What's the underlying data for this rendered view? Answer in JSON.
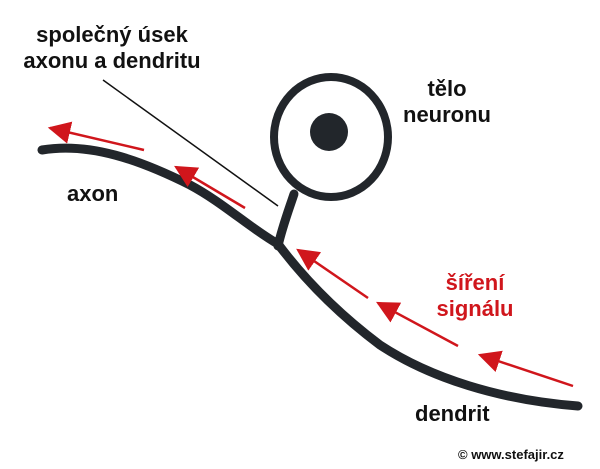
{
  "labels": {
    "shared_segment": [
      "společný úsek",
      "axonu a dendritu"
    ],
    "cell_body": [
      "tělo",
      "neuronu"
    ],
    "axon": "axon",
    "dendrite": "dendrit",
    "signal": [
      "šíření",
      "signálu"
    ]
  },
  "copyright": "© www.stefajir.cz",
  "colors": {
    "ink": "#22262b",
    "signal": "#d0161c",
    "text": "#111111"
  }
}
